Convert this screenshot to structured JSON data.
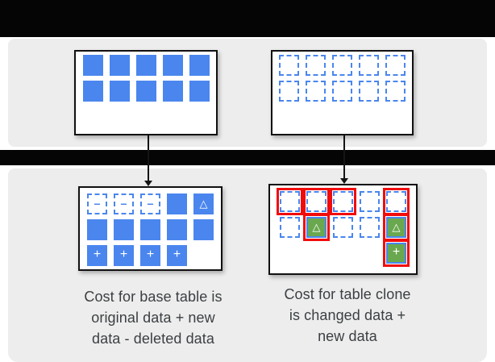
{
  "captions": {
    "left": "Cost for base table is\noriginal data + new\ndata - deleted data",
    "right": "Cost for table clone\nis changed data +\nnew data"
  },
  "boxes": {
    "base_table_original": {
      "rows": [
        [
          "solid",
          "solid",
          "solid",
          "solid",
          "solid"
        ],
        [
          "solid",
          "solid",
          "solid",
          "solid",
          "solid"
        ]
      ]
    },
    "table_clone_initial": {
      "rows": [
        [
          "dashed",
          "dashed",
          "dashed",
          "dashed",
          "dashed"
        ],
        [
          "dashed",
          "dashed",
          "dashed",
          "dashed",
          "dashed"
        ]
      ]
    },
    "base_table_after_changes": {
      "rows": [
        [
          "dashed-minus",
          "dashed-minus",
          "dashed-minus",
          "solid",
          "solid-triangle"
        ],
        [
          "solid",
          "solid",
          "solid",
          "solid",
          "solid"
        ],
        [
          "solid-plus",
          "solid-plus",
          "solid-plus",
          "solid-plus",
          "empty"
        ]
      ]
    },
    "table_clone_after_changes": {
      "rows": [
        [
          "dashed-red",
          "dashed-red",
          "dashed-red",
          "dashed",
          "dashed-red"
        ],
        [
          "dashed",
          "green-triangle-red",
          "dashed",
          "dashed",
          "green-triangle-red"
        ],
        [
          "empty",
          "empty",
          "empty",
          "empty",
          "green-plus-red"
        ]
      ]
    }
  },
  "glyphs": {
    "minus": "−",
    "triangle": "△",
    "plus": "+"
  },
  "colors": {
    "blue": "#4a86ee",
    "green": "#6aa84f",
    "red": "#f10b0b",
    "gray": "#ededed",
    "black": "#050505",
    "text": "#3c4043"
  }
}
